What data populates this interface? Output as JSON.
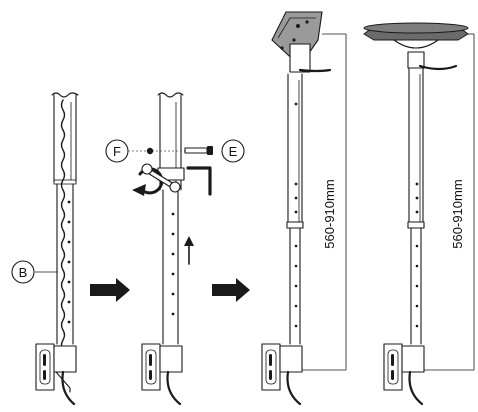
{
  "callouts": {
    "b": "B",
    "f": "F",
    "e": "E"
  },
  "dimensions": {
    "step3": "560-910mm",
    "step4": "560-910mm"
  },
  "icons": {
    "arrow": "right-arrow-icon",
    "up": "up-arrow-icon",
    "rotate": "rotate-icon",
    "wrench": "wrench-icon",
    "key": "allen-key-icon"
  },
  "colors": {
    "ink": "#1a1a1a",
    "plate": "#6b6b6b",
    "background": "#ffffff"
  }
}
